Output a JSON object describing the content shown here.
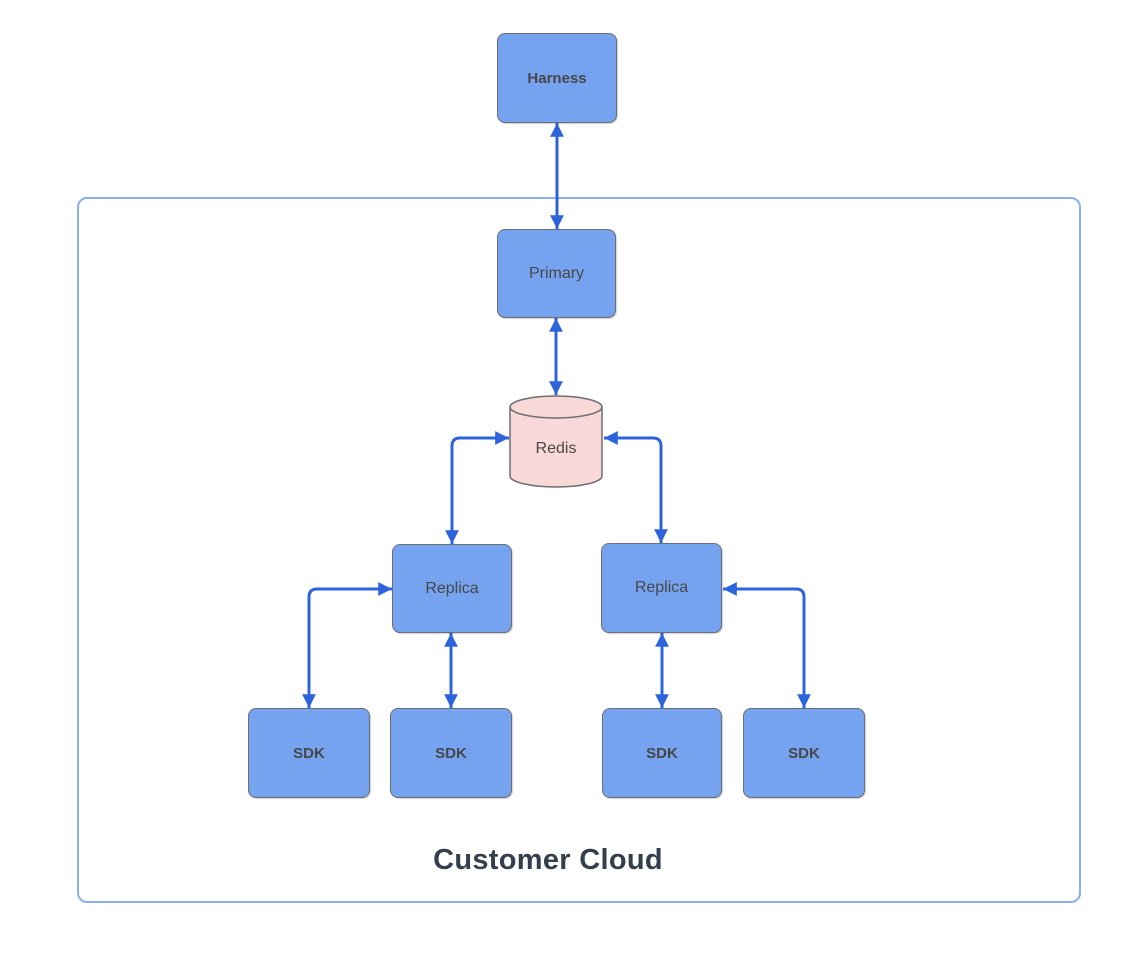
{
  "diagram": {
    "container_label": "Customer Cloud",
    "nodes": {
      "harness": "Harness",
      "primary": "Primary",
      "redis": "Redis",
      "replica_left": "Replica",
      "replica_right": "Replica",
      "sdk_1": "SDK",
      "sdk_2": "SDK",
      "sdk_3": "SDK",
      "sdk_4": "SDK"
    },
    "edges": [
      {
        "from": "harness",
        "to": "primary",
        "bidirectional": true
      },
      {
        "from": "primary",
        "to": "redis",
        "bidirectional": true
      },
      {
        "from": "redis",
        "to": "replica_left",
        "bidirectional": true
      },
      {
        "from": "redis",
        "to": "replica_right",
        "bidirectional": true
      },
      {
        "from": "replica_left",
        "to": "sdk_1",
        "bidirectional": true
      },
      {
        "from": "replica_left",
        "to": "sdk_2",
        "bidirectional": true
      },
      {
        "from": "replica_right",
        "to": "sdk_3",
        "bidirectional": true
      },
      {
        "from": "replica_right",
        "to": "sdk_4",
        "bidirectional": true
      }
    ],
    "colors": {
      "node_fill": "#76A3F0",
      "node_border": "#6B6E74",
      "redis_fill": "#F9D9D7",
      "arrow": "#2E64DB",
      "container_border": "#8AAEF2",
      "label": "#474747",
      "title": "#333F4D"
    }
  }
}
